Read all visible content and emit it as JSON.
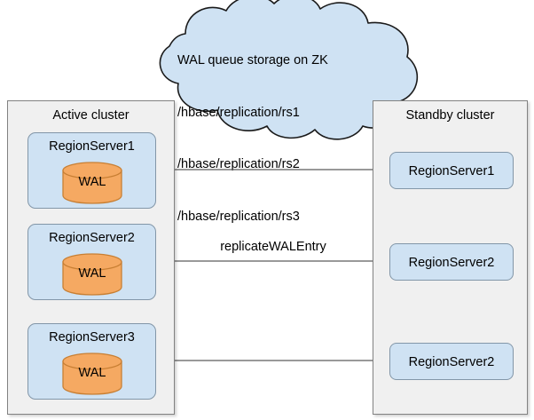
{
  "diagram": {
    "title": "HBase WAL replication between active and standby clusters",
    "colors": {
      "cloud_fill": "#cfe2f3",
      "cloud_stroke": "#1a1a1a",
      "cluster_fill": "#f0f0f0",
      "cluster_stroke": "#828282",
      "card_fill": "#cfe2f3",
      "card_stroke": "#8296a8",
      "wal_fill": "#f5a962",
      "wal_stroke": "#c87f33",
      "arrow_stroke": "#5c5c5c",
      "text": "#000000"
    }
  },
  "cloud": {
    "name": "zookeeper-cloud",
    "heading": "WAL queue storage on ZK",
    "paths": [
      "/hbase/replication/rs1",
      "/hbase/replication/rs2",
      "/hbase/replication/rs3"
    ]
  },
  "active_cluster": {
    "title": "Active cluster",
    "region_servers": [
      {
        "label": "RegionServer1",
        "wal_label": "WAL"
      },
      {
        "label": "RegionServer2",
        "wal_label": "WAL"
      },
      {
        "label": "RegionServer3",
        "wal_label": "WAL"
      }
    ]
  },
  "standby_cluster": {
    "title": "Standby cluster",
    "region_servers": [
      {
        "label": "RegionServer1"
      },
      {
        "label": "RegionServer2"
      },
      {
        "label": "RegionServer2"
      }
    ]
  },
  "connections": {
    "label": "replicateWALEntry",
    "count": 3
  }
}
